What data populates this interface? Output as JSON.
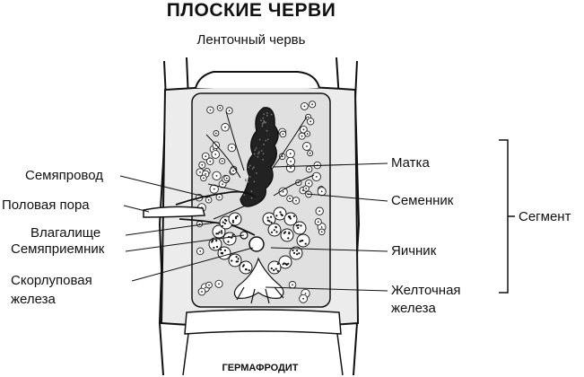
{
  "title": "ПЛОСКИЕ ЧЕРВИ",
  "subtitle": "Ленточный червь",
  "caption": "ГЕРМАФРОДИТ",
  "labels": {
    "semyaprovod": "Семяпровод",
    "polovaya_pora": "Половая пора",
    "vlagalishche": "Влагалище",
    "semyapriemnik": "Семяприемник",
    "skorlupovaya": [
      "Скорлуповая",
      "железа"
    ],
    "matka": "Матка",
    "semennik": "Семенник",
    "segment": "Сегмент",
    "yaichnik": "Яичник",
    "zheltochnaya": [
      "Желточная",
      "железа"
    ]
  },
  "colors": {
    "ink": "#111111",
    "segment_fill": "#ececec",
    "inner_fill": "#e0e0e0",
    "uterus_fill": "#222222"
  }
}
